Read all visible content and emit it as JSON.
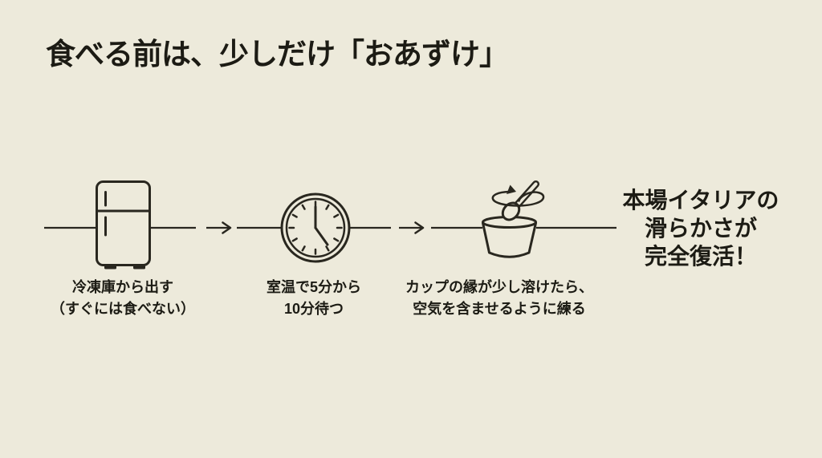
{
  "page": {
    "colors": {
      "background": "#EDEADB",
      "ink": "#29271F",
      "text": "#1C1B14"
    }
  },
  "title": {
    "text": "食べる前は、少しだけ「おあずけ」"
  },
  "flow": {
    "connector_icon": "arrow-right-icon",
    "steps": [
      {
        "icon": "refrigerator-icon",
        "caption": [
          "冷凍庫から出す",
          "（すぐには食べない）"
        ]
      },
      {
        "icon": "clock-icon",
        "caption": [
          "室温で5分から",
          "10分待つ"
        ]
      },
      {
        "icon": "cup-with-spoon-icon",
        "caption": [
          "カップの縁が少し溶けたら、",
          "空気を含ませるように練る"
        ]
      }
    ]
  },
  "result": {
    "lines": [
      "本場イタリアの",
      "滑らかさが",
      "完全復活！"
    ]
  }
}
